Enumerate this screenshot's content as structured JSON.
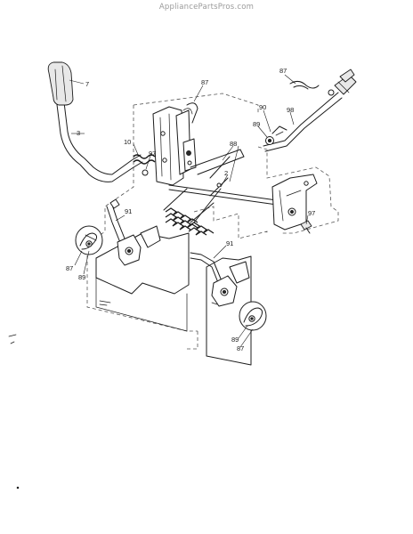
{
  "watermark": "AppliancePartsPros.com",
  "callouts": [
    {
      "id": "c7",
      "label": "7"
    },
    {
      "id": "c3",
      "label": "3"
    },
    {
      "id": "c87a",
      "label": "87"
    },
    {
      "id": "c10",
      "label": "10"
    },
    {
      "id": "c97a",
      "label": "97"
    },
    {
      "id": "c88",
      "label": "88"
    },
    {
      "id": "c2",
      "label": "2"
    },
    {
      "id": "c87b",
      "label": "87"
    },
    {
      "id": "c90",
      "label": "90"
    },
    {
      "id": "c89a",
      "label": "89"
    },
    {
      "id": "c98",
      "label": "98"
    },
    {
      "id": "c97b",
      "label": "97"
    },
    {
      "id": "c91a",
      "label": "91"
    },
    {
      "id": "c87c",
      "label": "87"
    },
    {
      "id": "c89b",
      "label": "89"
    },
    {
      "id": "c91b",
      "label": "91"
    },
    {
      "id": "c89c",
      "label": "89"
    },
    {
      "id": "c87d",
      "label": "87"
    }
  ]
}
